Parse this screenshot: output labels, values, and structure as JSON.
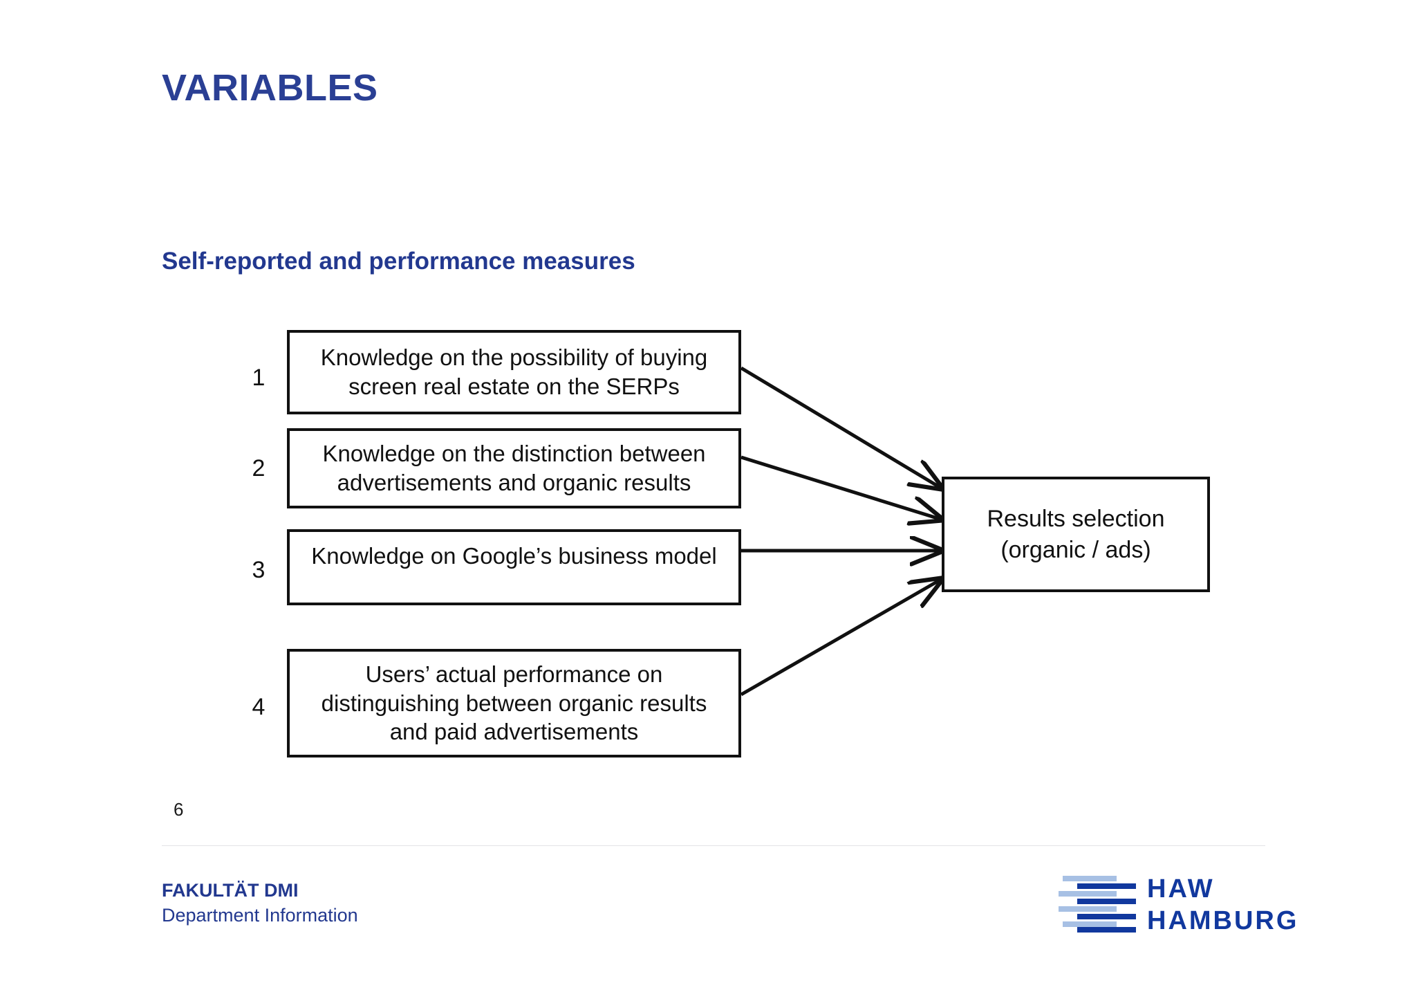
{
  "slide": {
    "title": "VARIABLES",
    "subtitle": "Self-reported and performance measures",
    "page_number": "6",
    "accent_color": "#2a3f94",
    "subtitle_color": "#22388f",
    "diagram_line_color": "#111111"
  },
  "diagram": {
    "type": "flow-diagram",
    "variables": [
      {
        "number": "1",
        "text": "Knowledge on the possibility of buying\nscreen real estate on the SERPs"
      },
      {
        "number": "2",
        "text": "Knowledge on the distinction between\nadvertisements and organic results"
      },
      {
        "number": "3",
        "text": "Knowledge on Google’s business model"
      },
      {
        "number": "4",
        "text": "Users’ actual performance on\ndistinguishing between organic results\nand paid advertisements"
      }
    ],
    "outcome": {
      "text": "Results selection\n(organic / ads)"
    },
    "arrow_count": 4
  },
  "footer": {
    "faculty": "FAKULTÄT DMI",
    "department": "Department Information",
    "logo": {
      "line1": "HAW",
      "line2": "HAMBURG",
      "text": "HAW\nHAMBURG",
      "light_color": "#a7c0e4",
      "dark_color": "#11389e"
    }
  }
}
